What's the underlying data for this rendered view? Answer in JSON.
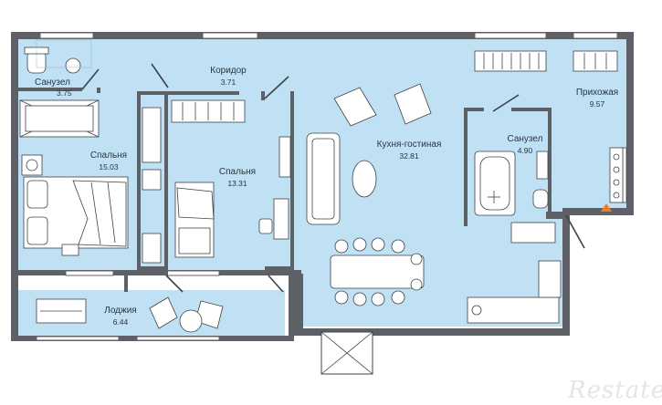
{
  "rooms": [
    {
      "id": "bath-left",
      "name": "Санузел",
      "area": "3.75"
    },
    {
      "id": "corridor",
      "name": "Коридор",
      "area": "3.71"
    },
    {
      "id": "bedroom-1",
      "name": "Спальня",
      "area": "15.03"
    },
    {
      "id": "bedroom-2",
      "name": "Спальня",
      "area": "13.31"
    },
    {
      "id": "kitchen-living",
      "name": "Кухня-гостиная",
      "area": "32.81"
    },
    {
      "id": "bath-right",
      "name": "Санузел",
      "area": "4.90"
    },
    {
      "id": "hallway",
      "name": "Прихожая",
      "area": "9.57"
    },
    {
      "id": "loggia",
      "name": "Лоджия",
      "area": "6.44"
    }
  ],
  "watermark": "Restate",
  "colors": {
    "floor": "#bfe1f3",
    "wall": "#5d6167",
    "line": "#3d4248",
    "furniture": "#ffffff",
    "entrance": "#f07d1e"
  }
}
